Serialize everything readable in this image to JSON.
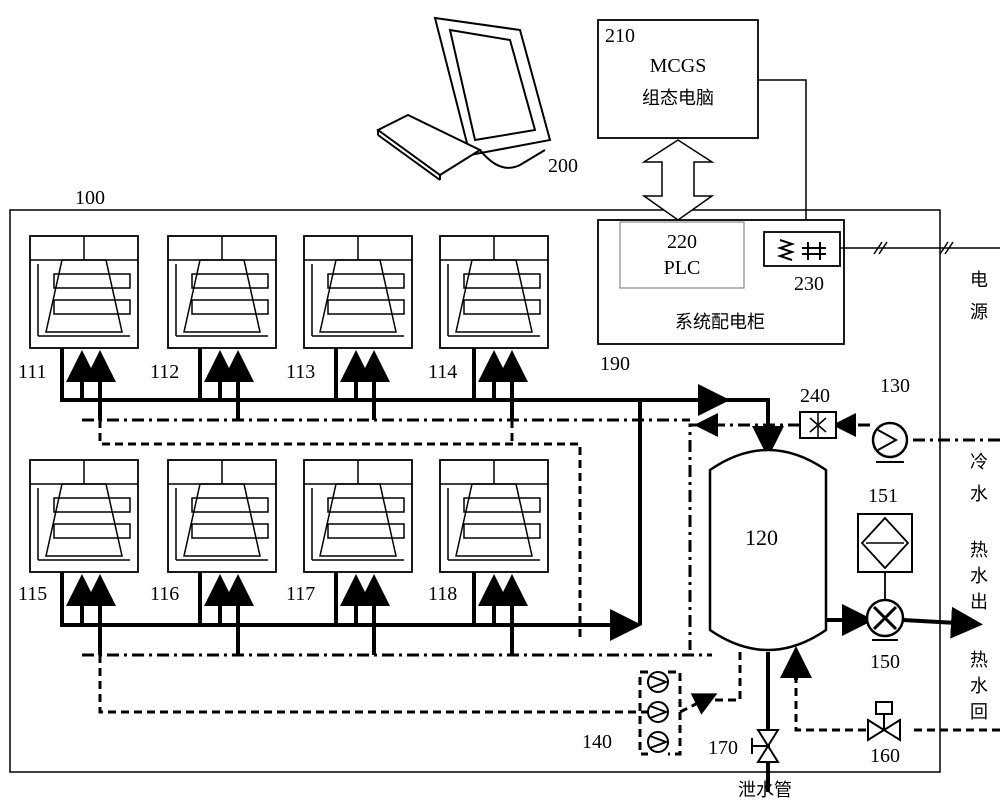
{
  "labels": {
    "system": "100",
    "computer_group": "200",
    "computer_num": "210",
    "computer_l1": "MCGS",
    "computer_l2": "组态电脑",
    "plc_num": "220",
    "plc": "PLC",
    "breaker": "230",
    "cabinet_num": "190",
    "cabinet": "系统配电柜",
    "tank": "120",
    "supply_pump": "130",
    "flow_meter": "240",
    "heater": "151",
    "hot_pump": "150",
    "circ_pumps": "140",
    "drain_valve": "170",
    "return_valve": "160",
    "drain_pipe": "泄水管",
    "power": [
      "电",
      "源"
    ],
    "cold_water": [
      "冷",
      "水"
    ],
    "hot_out": [
      "热",
      "水",
      "出"
    ],
    "hot_return": [
      "热",
      "水",
      "回"
    ],
    "units": [
      "111",
      "112",
      "113",
      "114",
      "115",
      "116",
      "117",
      "118"
    ]
  }
}
